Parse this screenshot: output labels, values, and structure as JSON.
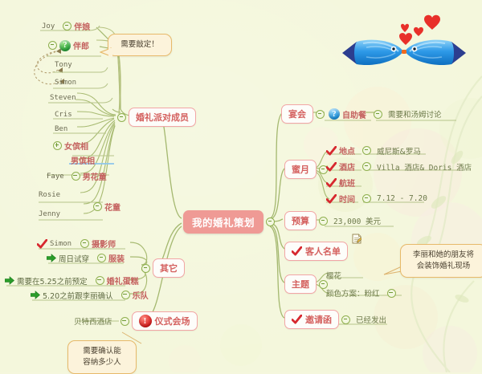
{
  "document": {
    "title": "我的婚礼策划",
    "type": "mind-map",
    "background_color": "#f5f7dd",
    "central_node_color": "#ef9a95",
    "branch_border_color": "#f2a6a6",
    "branch_text_color": "#d4605e",
    "link_color": "#9cb06a",
    "callout_fill": "#fcf3db",
    "callout_border": "#e7b96a"
  },
  "central": {
    "label": "我的婚礼策划"
  },
  "branches": {
    "wedding_party": {
      "label": "婚礼派对成员",
      "toggle": "collapse-minus",
      "children": [
        {
          "label": "伴娘",
          "toggle": "collapse-minus",
          "leaf": "Joy"
        },
        {
          "label": "伴郎",
          "toggle": "collapse-minus",
          "icon": "question-green",
          "leaf": "",
          "sub_leaves": [
            "Tony",
            "Simon"
          ]
        },
        {
          "label": "",
          "leaf": "Tony"
        },
        {
          "label": "",
          "leaf": "Simon"
        },
        {
          "label": "",
          "leaf": "Steven"
        },
        {
          "label": "",
          "leaf": "Cris"
        },
        {
          "label": "",
          "leaf": "Ben"
        },
        {
          "label": "女傧相",
          "toggle": "expand-plus"
        },
        {
          "label": "男傧相",
          "selected": true
        },
        {
          "label": "男花童",
          "toggle": "collapse-minus",
          "leaf": "Faye"
        },
        {
          "label": "花童",
          "toggle": "collapse-minus",
          "leaves": [
            "Rosie",
            "Jenny"
          ]
        }
      ],
      "callout": "需要敲定！"
    },
    "other": {
      "label": "其它",
      "toggle": "collapse-minus",
      "children": [
        {
          "label": "摄影师",
          "toggle": "collapse-minus",
          "icon": "check-red",
          "leaf": "Simon"
        },
        {
          "label": "服装",
          "toggle": "collapse-minus",
          "icon": "arrow-green",
          "leaf": "周日试穿"
        },
        {
          "label": "婚礼蛋糕",
          "toggle": "collapse-minus",
          "icon": "arrow-green",
          "leaf": "需要在5.25之前预定"
        },
        {
          "label": "乐队",
          "toggle": "collapse-minus",
          "icon": "arrow-green",
          "leaf": "5.20之前跟李丽确认"
        }
      ]
    },
    "ceremony_venue": {
      "label": "仪式会场",
      "icon": "exclamation-red",
      "toggle": "collapse-minus",
      "leaf": "贝特西酒店",
      "callout": "需要确认能\n容纳多少人",
      "callout_line1": "需要确认能",
      "callout_line2": "容纳多少人"
    },
    "banquet": {
      "label": "宴会",
      "children": [
        {
          "label": "自助餐",
          "icon": "question-blue",
          "toggle": "collapse-minus",
          "leaf": "需要和汤姆讨论"
        }
      ]
    },
    "honeymoon": {
      "label": "蜜月",
      "toggle": "collapse-minus",
      "children": [
        {
          "label": "地点",
          "icon": "check-red",
          "toggle": "collapse-minus",
          "leaf": "威尼斯&罗马"
        },
        {
          "label": "酒店",
          "icon": "check-red",
          "toggle": "collapse-minus",
          "leaf": "Villa 酒店& Doris 酒店"
        },
        {
          "label": "航班",
          "icon": "check-red"
        },
        {
          "label": "时间",
          "icon": "check-red",
          "toggle": "collapse-minus",
          "leaf": "7.12 - 7.20"
        }
      ]
    },
    "budget": {
      "label": "预算",
      "toggle": "collapse-minus",
      "leaf": "23,000 美元"
    },
    "guest_list": {
      "label": "客人名单",
      "icon": "check-red",
      "note_icon": "note-icon"
    },
    "theme": {
      "label": "主题",
      "toggle": "collapse-minus",
      "children": [
        {
          "label": "樱花"
        },
        {
          "label": "颜色方案：粉红",
          "toggle": "collapse-minus"
        }
      ],
      "callout_line1": "李丽和她的朋友将",
      "callout_line2": "会装饰婚礼现场"
    },
    "invitation": {
      "label": "邀请函",
      "icon": "check-red",
      "toggle": "collapse-minus",
      "leaf": "已经发出"
    }
  },
  "decoration": {
    "name": "kissing-fish-with-hearts"
  }
}
